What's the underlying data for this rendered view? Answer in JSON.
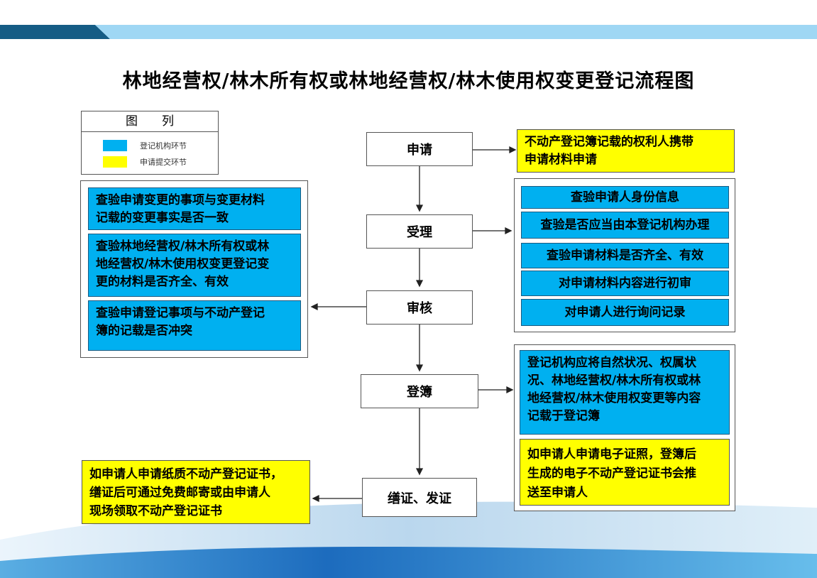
{
  "title": "林地经营权/林木所有权或林地经营权/林木使用权变更登记流程图",
  "legend": {
    "title": "图　　列",
    "items": [
      {
        "label": "登记机构环节",
        "color": "#00b0f0"
      },
      {
        "label": "申请提交环节",
        "color": "#ffff00"
      }
    ]
  },
  "steps": {
    "apply": "申请",
    "accept": "受理",
    "review": "审核",
    "register": "登簿",
    "issue": "缮证、发证"
  },
  "apply_note": [
    "不动产登记簿记载的权利人携带",
    "申请材料申请"
  ],
  "accept_items": [
    "查验申请人身份信息",
    "查验是否应当由本登记机构办理",
    "查验申请材料是否齐全、有效",
    "对申请材料内容进行初审",
    "对申请人进行询问记录"
  ],
  "review_items": [
    [
      "查验申请变更的事项与变更材料",
      "记载的变更事实是否一致"
    ],
    [
      "查验林地经营权/林木所有权或林",
      "地经营权/林木使用权变更登记变",
      "更的材料是否齐全、有效"
    ],
    [
      "查验申请登记事项与不动产登记",
      "簿的记载是否冲突"
    ]
  ],
  "register_items": {
    "blue": [
      "登记机构应将自然状况、权属状",
      "况、林地经营权/林木所有权或林",
      "地经营权/林木使用权变更等内容",
      "记载于登记簿"
    ],
    "yellow": [
      "如申请人申请电子证照，登簿后",
      "生成的电子不动产登记证书会推",
      "送至申请人"
    ]
  },
  "issue_note": [
    "如申请人申请纸质不动产登记证书，",
    "缮证后可通过免费邮寄或由申请人",
    "现场领取不动产登记证书"
  ]
}
